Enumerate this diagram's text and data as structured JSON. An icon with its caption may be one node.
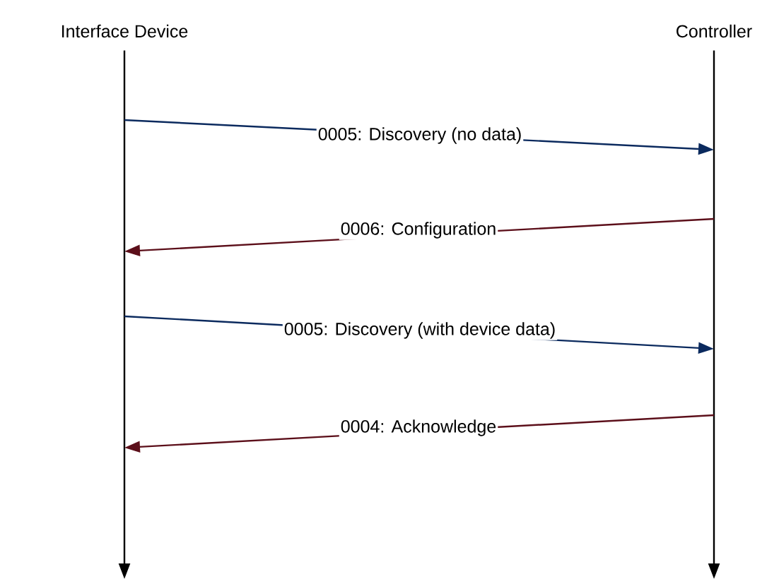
{
  "diagram": {
    "nodes": [
      {
        "text": [
          "Interface Device"
        ]
      },
      {
        "text": [
          "Controller"
        ]
      }
    ],
    "edges": [
      {
        "from": 0,
        "to": 1,
        "arrow": "to",
        "label": "0005: Discovery (no data)",
        "color": "#0b2a5e"
      },
      {
        "from": 1,
        "to": 0,
        "arrow": "to",
        "label": "0006:  Configuration",
        "color": "#5c0f1a"
      },
      {
        "from": 0,
        "to": 1,
        "arrow": "to",
        "label": "0005: Discovery (with device data)",
        "color": "#0b2a5e"
      },
      {
        "from": 1,
        "to": 0,
        "arrow": "to",
        "label": "0004: Acknowledge",
        "color": "#5c0f1a"
      }
    ]
  }
}
